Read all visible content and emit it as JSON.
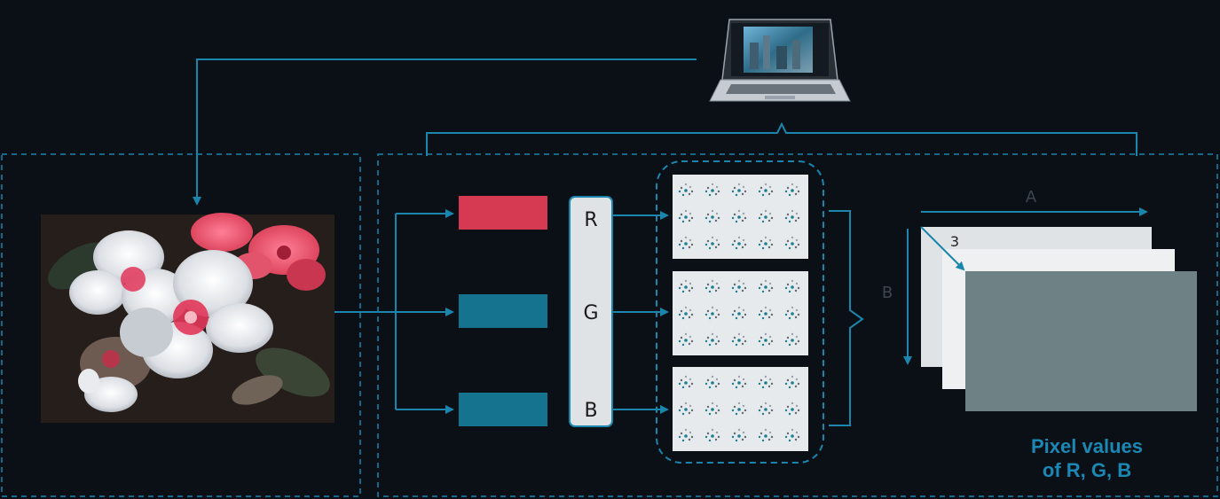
{
  "colors": {
    "background": "#0b0f16",
    "connector": "#1b86ad",
    "red_channel": "#d63a53",
    "teal_channel": "#16738f",
    "pixel_panel": "#e7eaec",
    "matrix_front": "#6e8286"
  },
  "icons": {
    "laptop": "laptop-icon",
    "flower": "flower-photo"
  },
  "channels": {
    "r": "R",
    "g": "G",
    "b": "B"
  },
  "matrix": {
    "width_label": "A",
    "height_label": "B",
    "depth_label": "3"
  },
  "caption": {
    "line1": "Pixel values",
    "line2": "of R, G, B"
  }
}
